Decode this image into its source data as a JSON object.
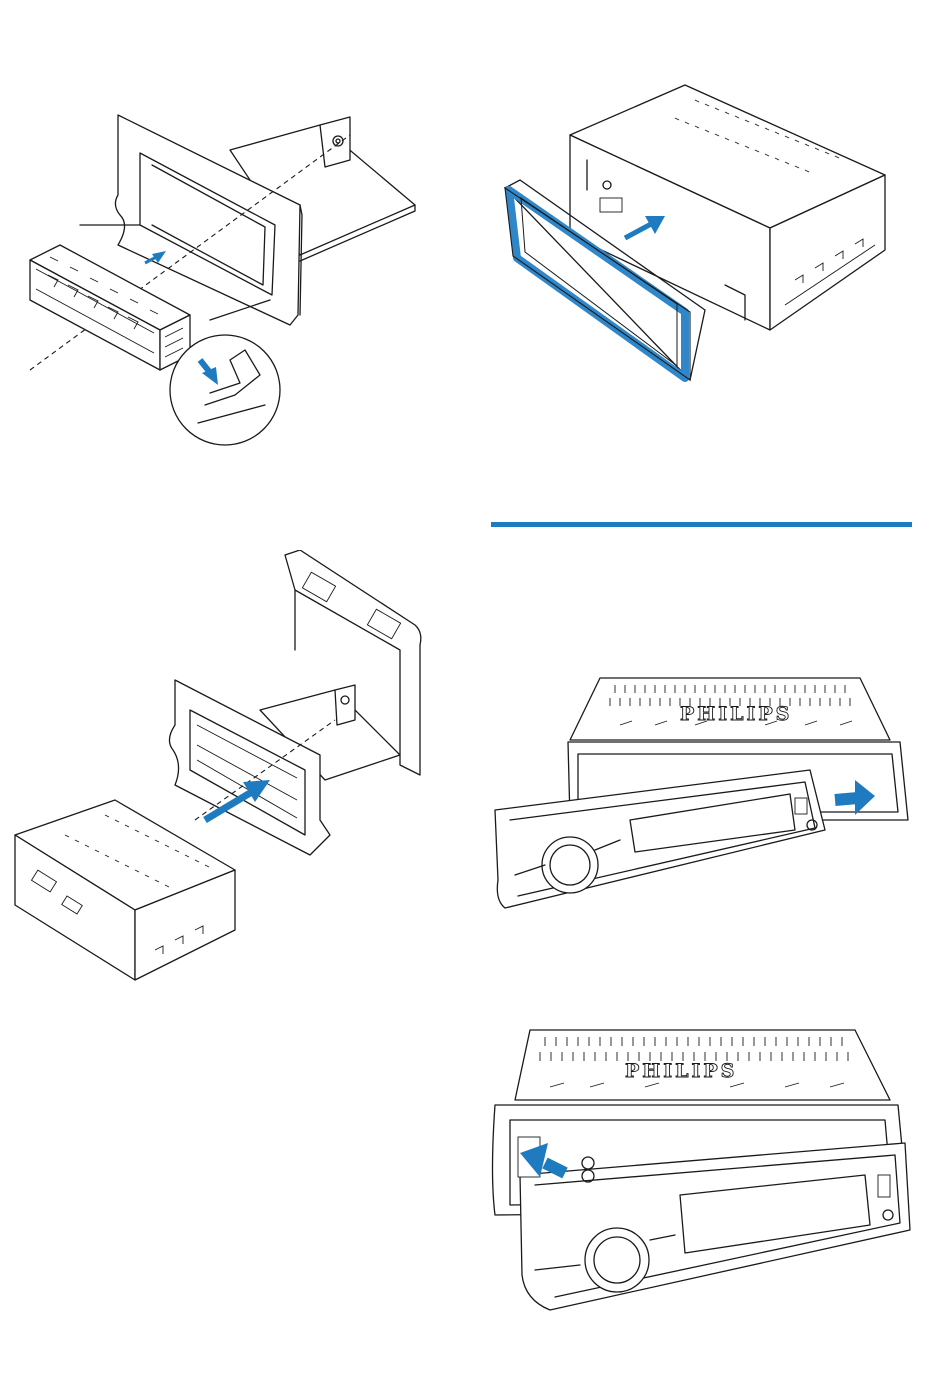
{
  "colors": {
    "accent": "#1f7bbf",
    "line": "#1a1a1a",
    "background": "#ffffff"
  },
  "figures": {
    "bracket_install": {
      "icon": "mounting-bracket-into-dashboard-diagram"
    },
    "trim_frame": {
      "icon": "trim-frame-onto-unit-diagram"
    },
    "unit_insert": {
      "icon": "unit-into-bracket-diagram"
    },
    "panel_detach": {
      "icon": "front-panel-detach-diagram"
    },
    "panel_attach": {
      "icon": "front-panel-attach-diagram"
    }
  },
  "branding": {
    "panel_detach": "PHILIPS",
    "panel_attach": "PHILIPS"
  }
}
